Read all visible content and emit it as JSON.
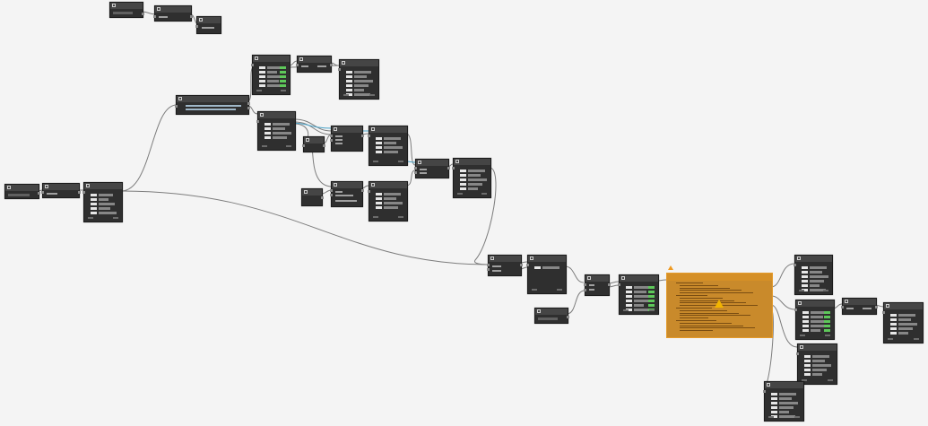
{
  "graph": {
    "wire_color": "#7d7d7d",
    "wire_color_selected": "#4aa3c8",
    "warning_color": "#d58f26",
    "ok_color": "#5ec85a",
    "nodes": [
      {
        "id": "n1",
        "kind": "input",
        "rows": 1
      },
      {
        "id": "n2",
        "kind": "op",
        "rows": 1
      },
      {
        "id": "n3",
        "kind": "watch",
        "rows": 1
      },
      {
        "id": "n4",
        "kind": "input",
        "rows": 1
      },
      {
        "id": "n5",
        "kind": "op",
        "rows": 1
      },
      {
        "id": "n6",
        "kind": "list",
        "rows": 5
      },
      {
        "id": "n7",
        "kind": "code",
        "rows": 2
      },
      {
        "id": "n8",
        "kind": "list",
        "rows": 5
      },
      {
        "id": "n9",
        "kind": "op",
        "rows": 2
      },
      {
        "id": "n10",
        "kind": "list",
        "rows": 6
      },
      {
        "id": "n11",
        "kind": "list",
        "rows": 4
      },
      {
        "id": "n12",
        "kind": "op",
        "rows": 1
      },
      {
        "id": "n13",
        "kind": "op",
        "rows": 3
      },
      {
        "id": "n14",
        "kind": "list",
        "rows": 4
      },
      {
        "id": "n15",
        "kind": "op",
        "rows": 1
      },
      {
        "id": "n16",
        "kind": "op",
        "rows": 3
      },
      {
        "id": "n17",
        "kind": "list",
        "rows": 4
      },
      {
        "id": "n18",
        "kind": "op",
        "rows": 2
      },
      {
        "id": "n19",
        "kind": "list",
        "rows": 5
      },
      {
        "id": "n20",
        "kind": "op",
        "rows": 2
      },
      {
        "id": "n21",
        "kind": "list",
        "rows": 1
      },
      {
        "id": "n22",
        "kind": "input",
        "rows": 1
      },
      {
        "id": "n23",
        "kind": "op",
        "rows": 3
      },
      {
        "id": "n24",
        "kind": "list",
        "rows": 6
      },
      {
        "id": "n25",
        "kind": "python-script-warning",
        "rows": 20
      },
      {
        "id": "n26",
        "kind": "list",
        "rows": 6
      },
      {
        "id": "n27",
        "kind": "list",
        "rows": 5
      },
      {
        "id": "n28",
        "kind": "op",
        "rows": 1
      },
      {
        "id": "n29",
        "kind": "list",
        "rows": 5
      },
      {
        "id": "n30",
        "kind": "list",
        "rows": 5
      },
      {
        "id": "n31",
        "kind": "list",
        "rows": 6
      }
    ]
  }
}
